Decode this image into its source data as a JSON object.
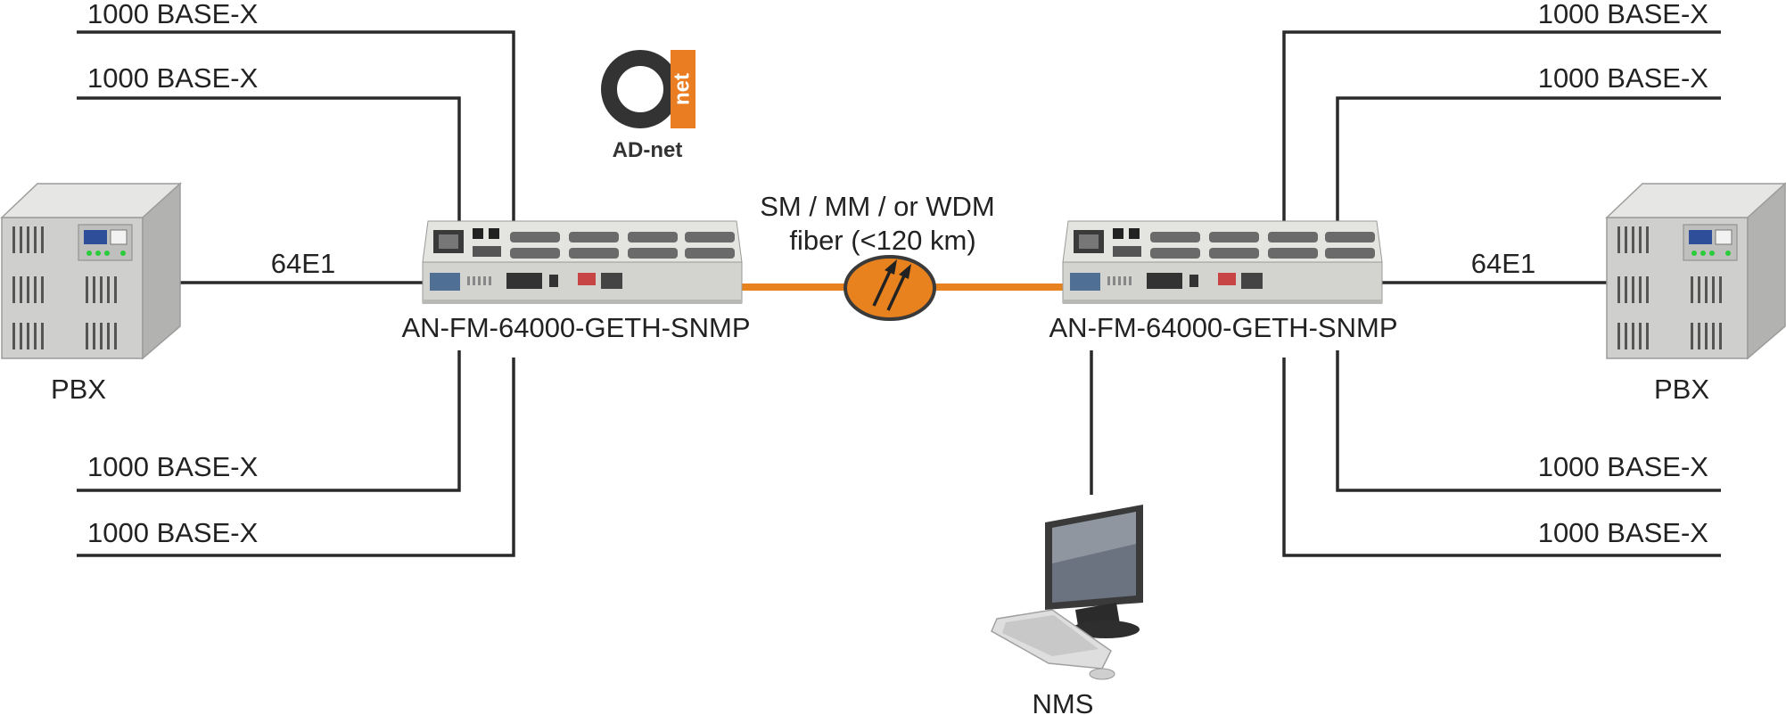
{
  "colors": {
    "wire": "#2a2a2a",
    "fiber": "#e8821e",
    "logo_orange": "#ea7d21",
    "device_body": "#d9d9d6",
    "text": "#222222"
  },
  "logo": {
    "mark_text": "net",
    "wordmark": "AD-net"
  },
  "fiber_link": {
    "line1": "SM / MM / or WDM",
    "line2": "fiber (<120 km)"
  },
  "left": {
    "device_label": "AN-FM-64000-GETH-SNMP",
    "pbx_label": "PBX",
    "e1_label": "64E1",
    "ports": [
      "1000 BASE-X",
      "1000 BASE-X",
      "1000 BASE-X",
      "1000 BASE-X"
    ]
  },
  "right": {
    "device_label": "AN-FM-64000-GETH-SNMP",
    "pbx_label": "PBX",
    "e1_label": "64E1",
    "ports": [
      "1000 BASE-X",
      "1000 BASE-X",
      "1000 BASE-X",
      "1000 BASE-X"
    ]
  },
  "nms_label": "NMS",
  "icons": [
    "pbx-icon",
    "media-converter-chassis-icon",
    "fiber-link-icon",
    "workstation-icon",
    "ad-net-logo"
  ]
}
